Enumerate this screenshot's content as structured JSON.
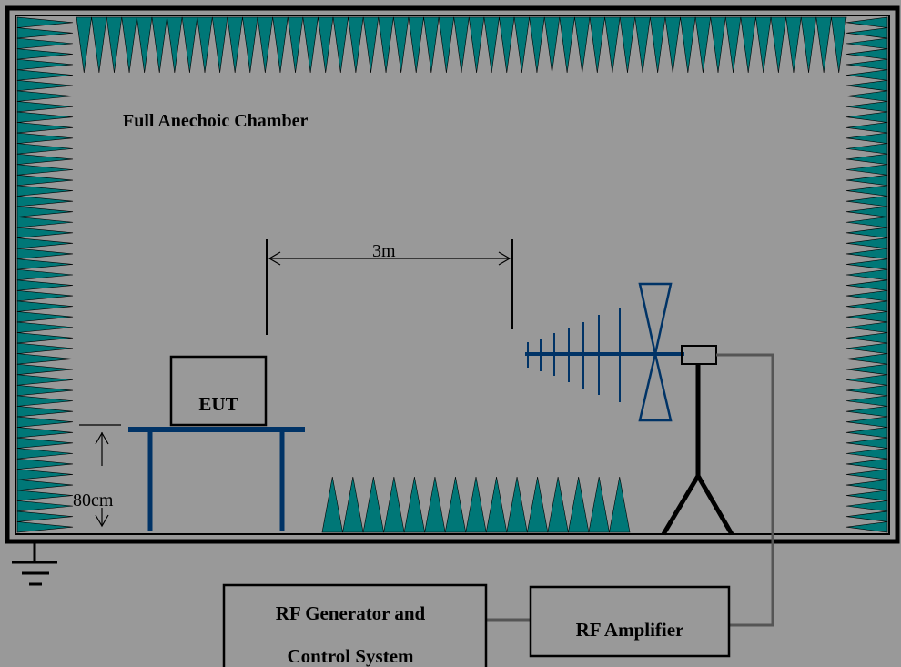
{
  "chamber_label": "Full Anechoic Chamber",
  "eut_label": "EUT",
  "distance_label": "3m",
  "height_label": "80cm",
  "generator_label_line1": "RF Generator and",
  "generator_label_line2": "Control System",
  "amplifier_label": "RF Amplifier",
  "colors": {
    "background": "#999999",
    "absorber": "#007777",
    "table_and_antenna": "#003366",
    "wire": "#555555",
    "frame": "#000000"
  },
  "icons": [
    "ground-symbol-icon",
    "arrow-icon"
  ]
}
